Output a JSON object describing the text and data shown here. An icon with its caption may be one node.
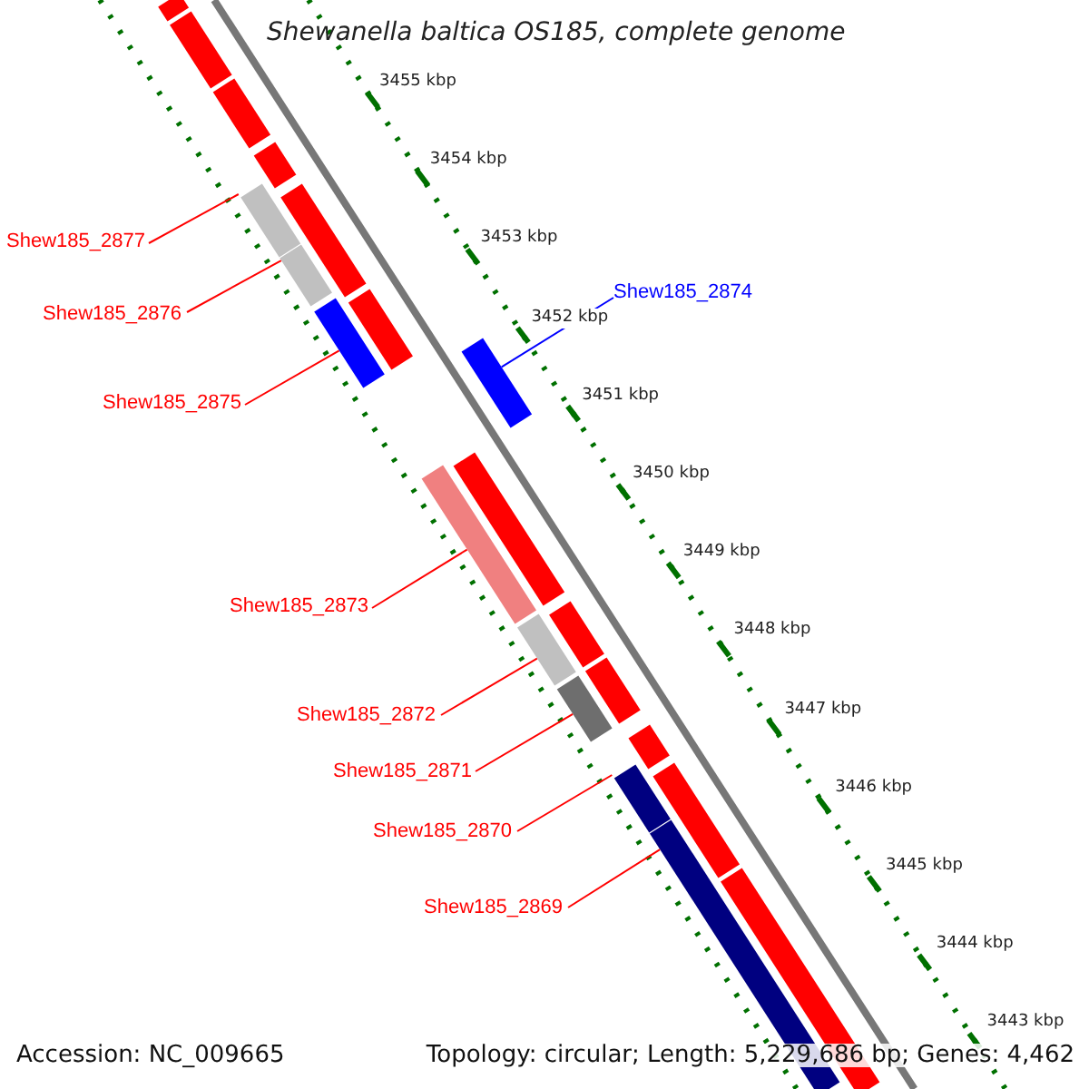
{
  "diagram": {
    "title": "Shewanella baltica OS185, complete genome",
    "nodes": [
      {
        "text": [
          "Shew185_2877"
        ]
      },
      {
        "text": [
          "Shew185_2874"
        ]
      },
      {
        "text": [
          "Shew185_2876"
        ]
      },
      {
        "text": [
          "Shew185_2875"
        ]
      },
      {
        "text": [
          "Shew185_2873"
        ]
      },
      {
        "text": [
          "Shew185_2872"
        ]
      },
      {
        "text": [
          "Shew185_2871"
        ]
      },
      {
        "text": [
          "Shew185_2870"
        ]
      },
      {
        "text": [
          "Shew185_2869"
        ]
      },
      {
        "text": [],
        "shape": "bar"
      },
      {
        "text": [],
        "shape": "bar"
      },
      {
        "text": [],
        "shape": "bar"
      },
      {
        "text": [],
        "shape": "bar"
      },
      {
        "text": [],
        "shape": "bar"
      },
      {
        "text": [],
        "shape": "bar"
      },
      {
        "text": [],
        "shape": "bar"
      },
      {
        "text": [],
        "shape": "bar"
      },
      {
        "text": [],
        "shape": "bar"
      }
    ],
    "edges": [
      {
        "from": 0,
        "to": 9,
        "arrow": "none"
      },
      {
        "from": 1,
        "to": 11,
        "arrow": "none",
        "color": "#0000ff"
      },
      {
        "from": 2,
        "to": 10,
        "arrow": "none"
      },
      {
        "from": 3,
        "to": 12,
        "arrow": "none"
      },
      {
        "from": 4,
        "to": 13,
        "arrow": "none"
      },
      {
        "from": 5,
        "to": 14,
        "arrow": "none"
      },
      {
        "from": 6,
        "to": 15,
        "arrow": "none"
      },
      {
        "from": 7,
        "to": 16,
        "arrow": "none"
      },
      {
        "from": 8,
        "to": 17,
        "arrow": "none"
      }
    ],
    "labels": [
      "3455 kbp",
      "3454 kbp",
      "3453 kbp",
      "3452 kbp",
      "3451 kbp",
      "3450 kbp",
      "3449 kbp",
      "3448 kbp",
      "3447 kbp",
      "3446 kbp",
      "3445 kbp",
      "3444 kbp",
      "3443 kbp",
      "Accession: NC_009665",
      "Topology: circular; Length: 5,229,686 bp; Genes: 4,462"
    ]
  }
}
